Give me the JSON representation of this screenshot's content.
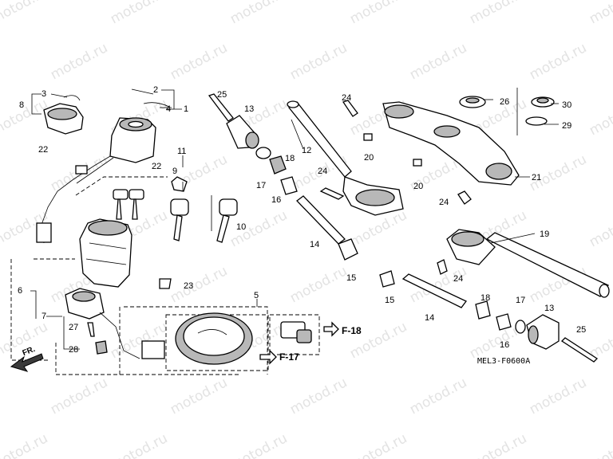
{
  "watermark": "motod.ru",
  "diagram_code": "MEL3-F0600A",
  "front_arrow_label": "FR.",
  "references": [
    "F-17",
    "F-18"
  ],
  "callouts": [
    "1",
    "2",
    "3",
    "4",
    "5",
    "6",
    "7",
    "8",
    "9",
    "10",
    "11",
    "12",
    "13",
    "14",
    "15",
    "16",
    "17",
    "18",
    "19",
    "20",
    "21",
    "22",
    "23",
    "24",
    "25",
    "26",
    "27",
    "28",
    "29",
    "30"
  ]
}
